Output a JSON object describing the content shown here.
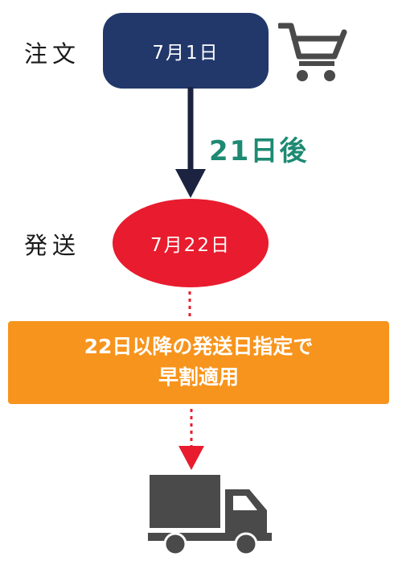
{
  "order": {
    "label": "注文",
    "date": "7月1日"
  },
  "interval": {
    "text": "21日後"
  },
  "shipping": {
    "label": "発送",
    "date": "7月22日"
  },
  "note": {
    "line1": "22日以降の発送日指定で",
    "line2": "早割適用"
  },
  "icons": [
    "cart-icon",
    "truck-icon"
  ],
  "colors": {
    "order_box": "#22386b",
    "ship_ellipse": "#e81c2e",
    "interval_text": "#1d8a72",
    "note_box": "#f7941d",
    "arrow": "#1c2340",
    "dotted_arrow": "#e81c2e",
    "icon": "#4a4a4a"
  }
}
